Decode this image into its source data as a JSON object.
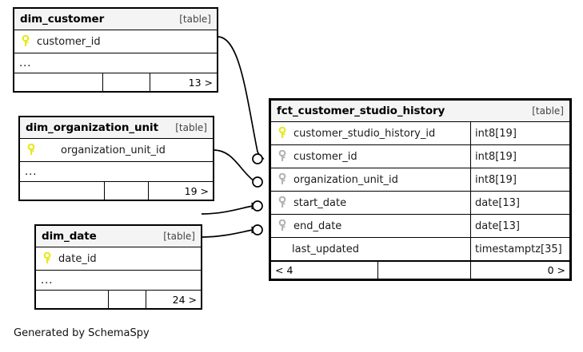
{
  "diagram": {
    "caption": "Generated by SchemaSpy",
    "background": "#ffffff",
    "border_color": "#000000",
    "header_fill": "#f4f4f4",
    "pk_key_color": "#e8e81c",
    "fk_key_color": "#b3b3b3",
    "table_tag": "[table]"
  },
  "tables": {
    "dim_customer": {
      "name": "dim_customer",
      "tag": "[table]",
      "columns": [
        {
          "key": "pk",
          "name": "customer_id",
          "type": ""
        }
      ],
      "ellipsis": "...",
      "footer": {
        "left": "",
        "mid": "",
        "right": "13 >"
      }
    },
    "dim_organization_unit": {
      "name": "dim_organization_unit",
      "tag": "[table]",
      "columns": [
        {
          "key": "pk",
          "name": "organization_unit_id",
          "type": ""
        }
      ],
      "ellipsis": "...",
      "footer": {
        "left": "",
        "mid": "",
        "right": "19 >"
      }
    },
    "dim_date": {
      "name": "dim_date",
      "tag": "[table]",
      "columns": [
        {
          "key": "pk",
          "name": "date_id",
          "type": ""
        }
      ],
      "ellipsis": "...",
      "footer": {
        "left": "",
        "mid": "",
        "right": "24 >"
      }
    },
    "fct_customer_studio_history": {
      "name": "fct_customer_studio_history",
      "tag": "[table]",
      "columns": [
        {
          "key": "pk",
          "name": "customer_studio_history_id",
          "type": "int8[19]"
        },
        {
          "key": "fk",
          "name": "customer_id",
          "type": "int8[19]"
        },
        {
          "key": "fk",
          "name": "organization_unit_id",
          "type": "int8[19]"
        },
        {
          "key": "fk",
          "name": "start_date",
          "type": "date[13]"
        },
        {
          "key": "fk",
          "name": "end_date",
          "type": "date[13]"
        },
        {
          "key": "none",
          "name": "last_updated",
          "type": "timestamptz[35]"
        }
      ],
      "footer": {
        "left": "< 4",
        "mid": "",
        "right": "0 >"
      }
    }
  },
  "relationships": [
    {
      "from": "dim_customer",
      "to": "fct_customer_studio_history.customer_id"
    },
    {
      "from": "dim_organization_unit",
      "to": "fct_customer_studio_history.organization_unit_id"
    },
    {
      "from": "dim_date",
      "to": "fct_customer_studio_history.start_date"
    },
    {
      "from": "dim_date",
      "to": "fct_customer_studio_history.end_date"
    }
  ]
}
